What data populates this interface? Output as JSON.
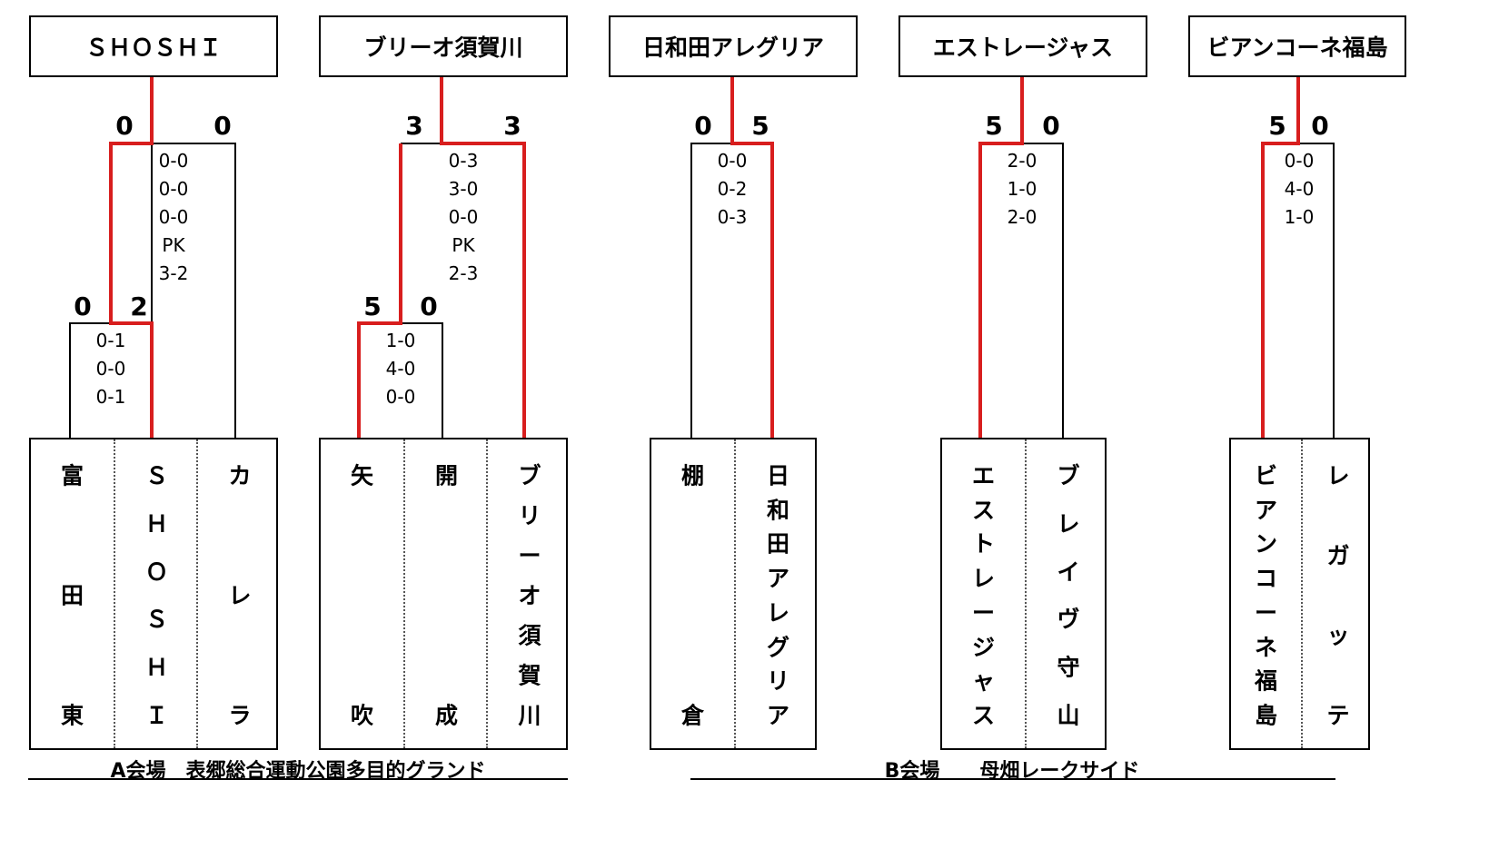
{
  "winners": [
    "ＳＨＯＳＨＩ",
    "ブリーオ須賀川",
    "日和田アレグリア",
    "エストレージャス",
    "ビアンコーネ福島"
  ],
  "brackets": [
    {
      "teams": [
        "富田東",
        "ＳＨＯＳＨＩ",
        "カレラ"
      ],
      "semi": {
        "left": "0",
        "right": "2",
        "results": [
          "0-1",
          "0-0",
          "0-1"
        ]
      },
      "final": {
        "left": "0",
        "right": "0",
        "results": [
          "0-0",
          "0-0",
          "0-0",
          "PK",
          "3-2"
        ]
      }
    },
    {
      "teams": [
        "矢吹",
        "開成",
        "ブリーオ須賀川"
      ],
      "semi": {
        "left": "5",
        "right": "0",
        "results": [
          "1-0",
          "4-0",
          "0-0"
        ]
      },
      "final": {
        "left": "3",
        "right": "3",
        "results": [
          "0-3",
          "3-0",
          "0-0",
          "PK",
          "2-3"
        ]
      }
    },
    {
      "teams": [
        "棚倉",
        "日和田アレグリア"
      ],
      "final": {
        "left": "0",
        "right": "5",
        "results": [
          "0-0",
          "0-2",
          "0-3"
        ]
      }
    },
    {
      "teams": [
        "エストレージャス",
        "ブレイヴ守山"
      ],
      "final": {
        "left": "5",
        "right": "0",
        "results": [
          "2-0",
          "1-0",
          "2-0"
        ]
      }
    },
    {
      "teams": [
        "ビアンコーネ福島",
        "レガッテ"
      ],
      "final": {
        "left": "5",
        "right": "0",
        "results": [
          "0-0",
          "4-0",
          "1-0"
        ]
      }
    }
  ],
  "venues": [
    "A会場　表郷総合運動公園多目的グランド",
    "B会場　　母畑レークサイド"
  ],
  "colors": {
    "winner_line": "#d81e1e",
    "line": "#000000"
  }
}
